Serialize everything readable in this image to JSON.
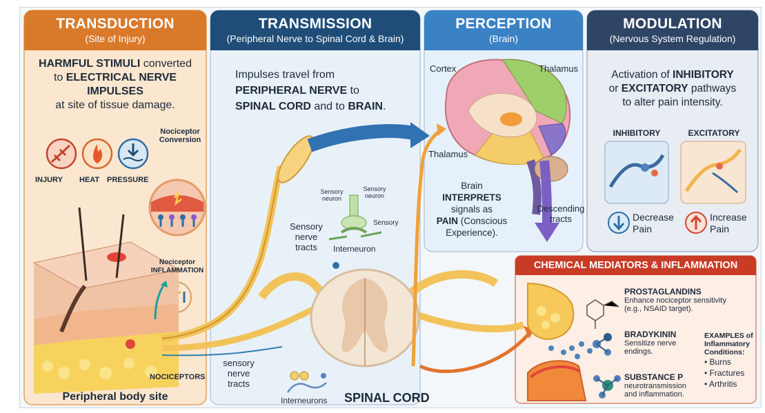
{
  "panels": {
    "transduction": {
      "title": "TRANSDUCTION",
      "subtitle": "(Site of Injury)",
      "body_line1_bold": "HARMFUL STIMULI",
      "body_line1_rest": " converted",
      "body_line2_prefix": "to ",
      "body_line2_bold": "ELECTRICAL NERVE IMPULSES",
      "body_line3": "at site of tissue damage.",
      "stimuli": [
        "INJURY",
        "HEAT",
        "PRESSURE"
      ],
      "nociceptor_conversion": [
        "Nociceptor",
        "Conversion"
      ],
      "nociceptor_inflammation": [
        "Nociceptor",
        "INFLAMMATION"
      ],
      "nociceptors_label": "NOCICEPTORS",
      "footer": "Peripheral body site"
    },
    "transmission": {
      "title": "TRANSMISSION",
      "subtitle": "(Peripheral Nerve to Spinal Cord & Brain)",
      "line1": "Impulses travel from",
      "line2_bold": "PERIPHERAL NERVE",
      "line2_rest": " to",
      "line3_bold_a": "SPINAL CORD",
      "line3_mid": " and to ",
      "line3_bold_b": "BRAIN",
      "line3_end": ".",
      "sensory_neuron_a": [
        "Sensory",
        "neuron"
      ],
      "sensory_neuron_b": [
        "Sensory",
        "neuron"
      ],
      "sensory_c": "Sensory",
      "interneuron": "Interneuron",
      "sensory_nerve_tracts_upper": [
        "Sensory",
        "nerve",
        "tracts"
      ],
      "sensory_nerve_tracts_lower": [
        "sensory",
        "nerve",
        "tracts"
      ],
      "interneurons": "Interneurons",
      "spinal_cord": "SPINAL CORD"
    },
    "perception": {
      "title": "PERCEPTION",
      "subtitle": "(Brain)",
      "cortex": "Cortex",
      "thalamus_top": "Thalamus",
      "thalamus_left": "Thalamus",
      "brain_line1": "Brain",
      "brain_line2": "INTERPRETS",
      "brain_line3": "signals as",
      "brain_line4_bold": "PAIN",
      "brain_line4_rest": " (Conscious",
      "brain_line5": "Experience).",
      "descending": [
        "Descending",
        "tracts"
      ]
    },
    "modulation": {
      "title": "MODULATION",
      "subtitle": "(Nervous System Regulation)",
      "line1_prefix": "Activation of ",
      "line1_bold": "INHIBITORY",
      "line2_prefix": "or ",
      "line2_bold": "EXCITATORY",
      "line2_rest": " pathways",
      "line3": "to alter pain intensity.",
      "inhibitory": "INHIBITORY",
      "excitatory": "EXCITATORY",
      "decrease": [
        "Decrease",
        "Pain"
      ],
      "increase": [
        "Increase",
        "Pain"
      ]
    },
    "chemical": {
      "title": "CHEMICAL MEDIATORS & INFLAMMATION",
      "prostaglandins": "PROSTAGLANDINS",
      "prostaglandins_desc": [
        "Enhance nociceptor sensitivity",
        "(e.g., NSAID target)."
      ],
      "bradykinin": "BRADYKININ",
      "bradykinin_desc": [
        "Sensitize nerve",
        "endings."
      ],
      "substance_p": "SUBSTANCE P",
      "substance_p_desc": [
        "neurotransmission",
        "and inflammation."
      ],
      "examples_title": [
        "EXAMPLES of",
        "Inflammatory",
        "Conditions:"
      ],
      "examples": [
        "• Burns",
        "• Fractures",
        "• Arthritis"
      ]
    }
  },
  "colors": {
    "transduction": "#d97a2b",
    "transmission": "#1f4d78",
    "perception": "#3a82c4",
    "modulation": "#2f4566",
    "chemical": "#c83b25"
  }
}
